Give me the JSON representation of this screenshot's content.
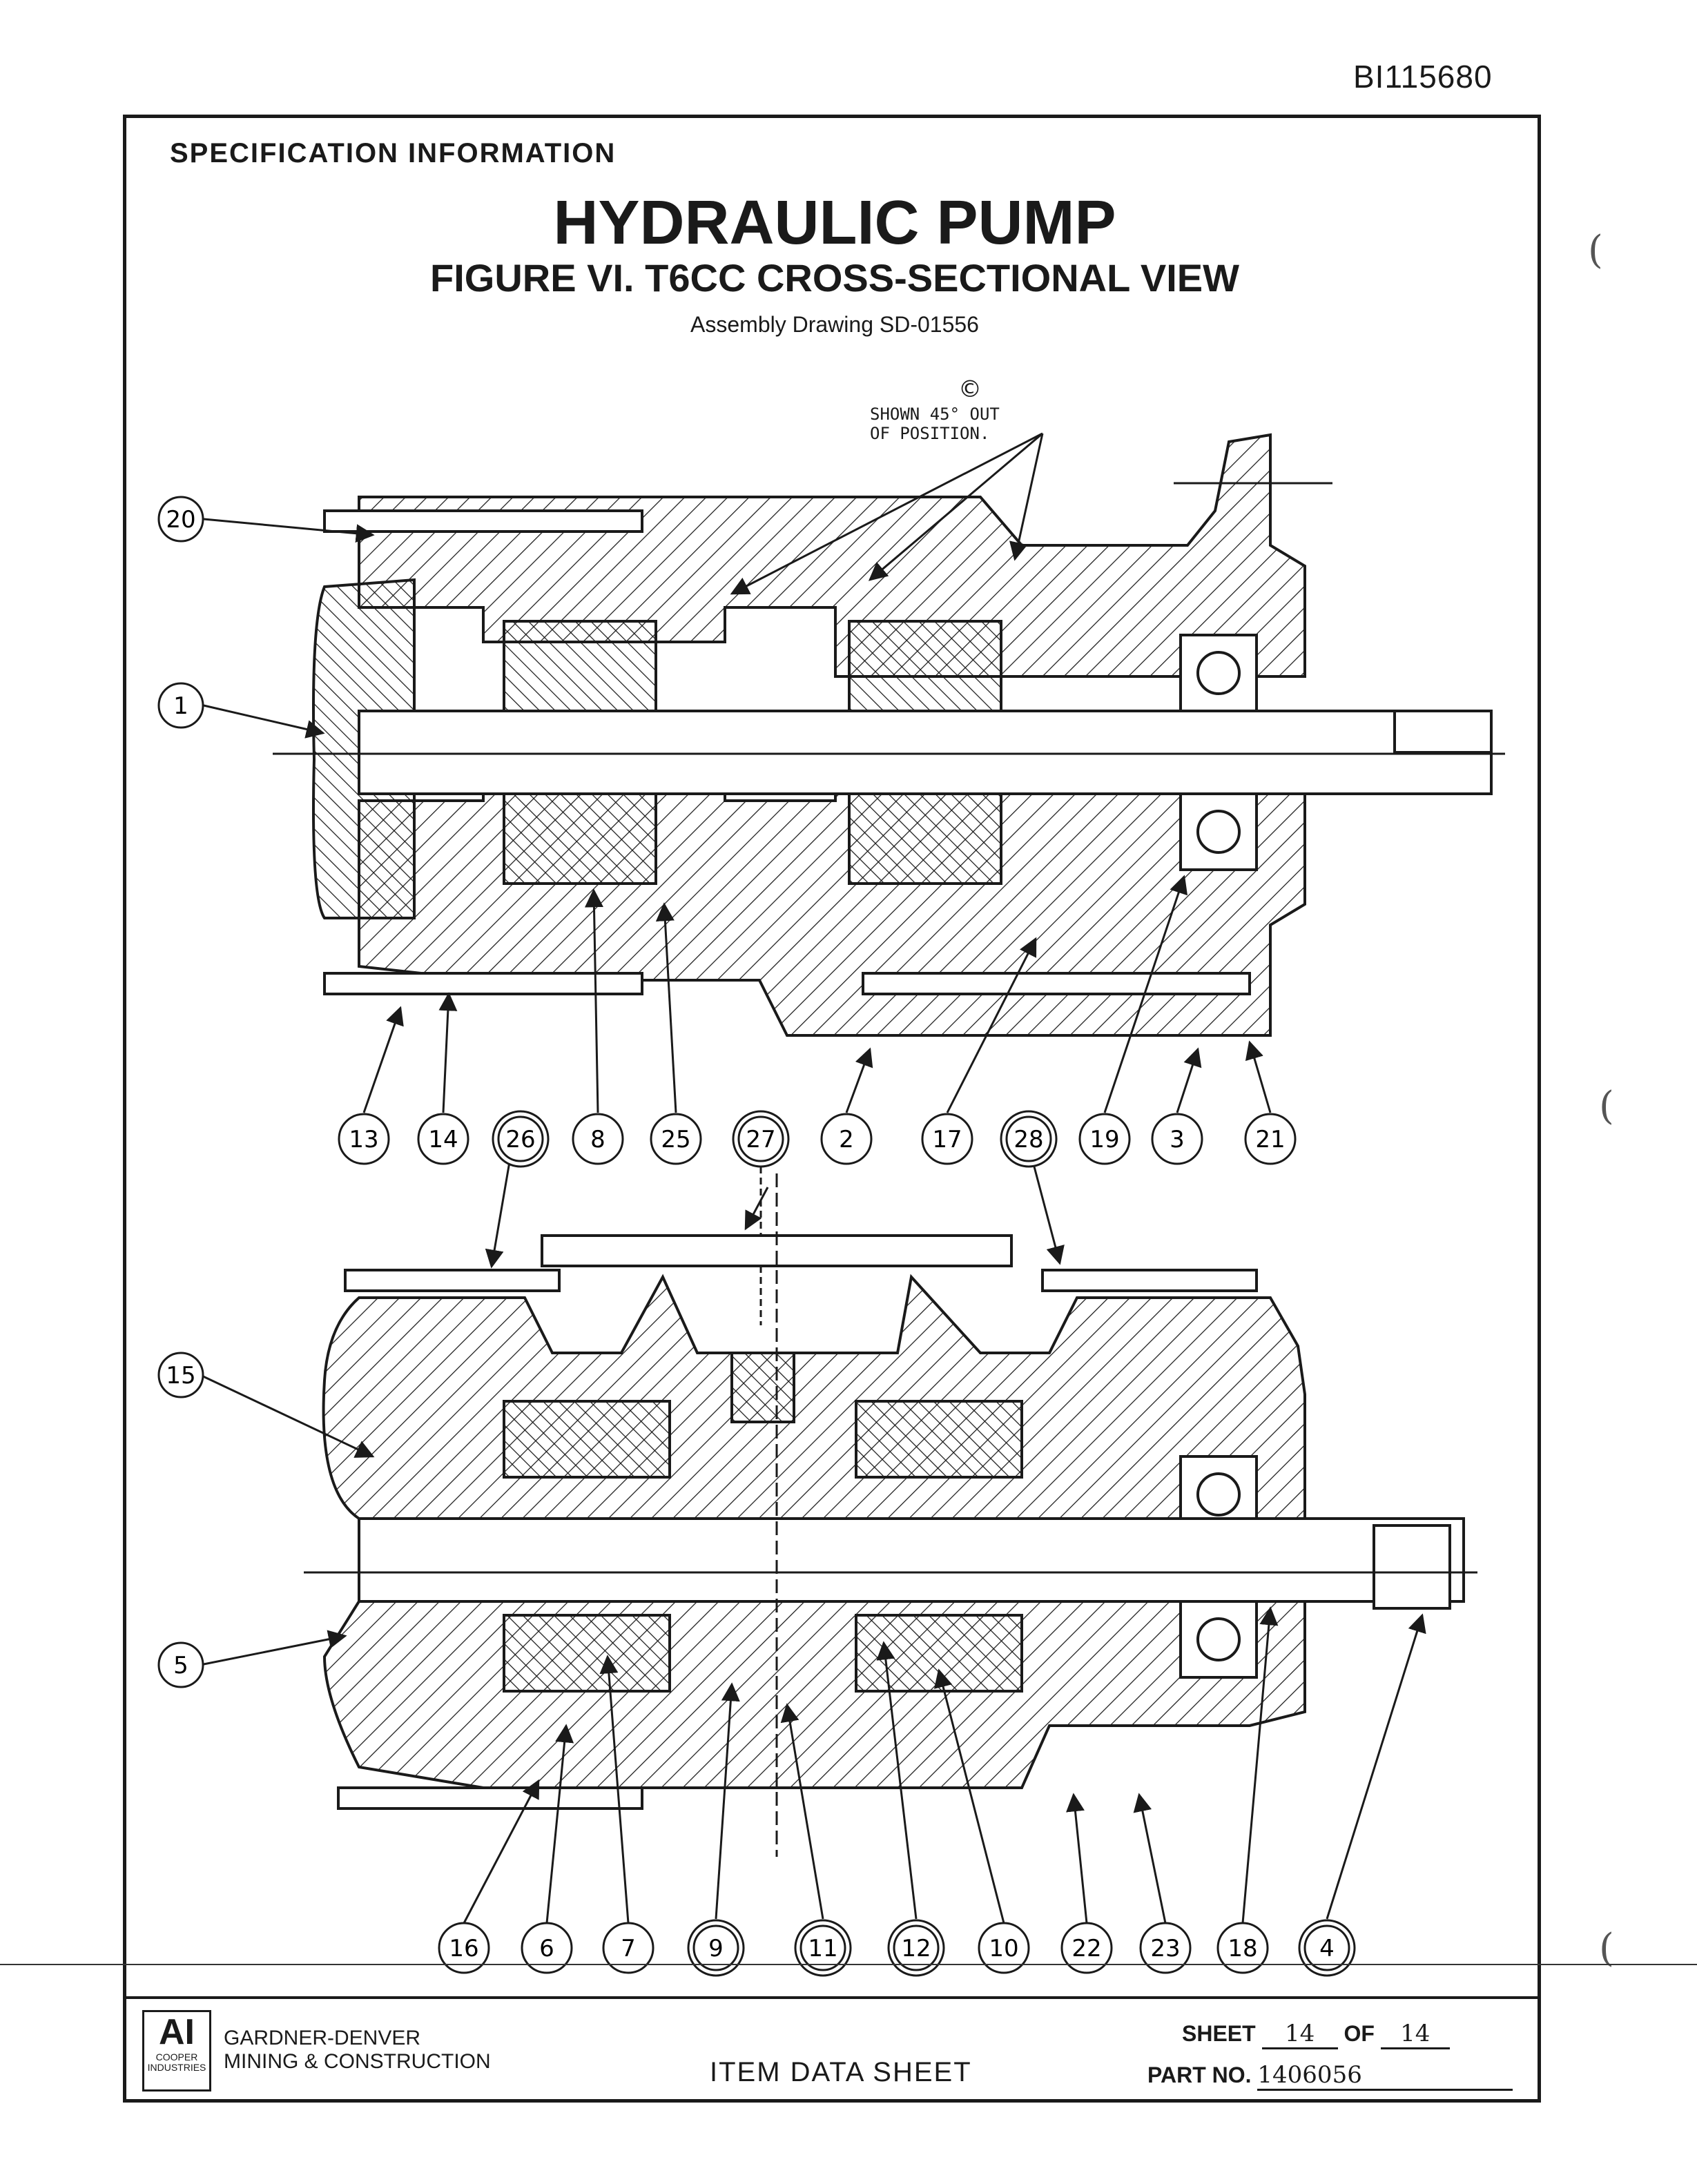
{
  "doc_id": "BI115680",
  "spec_header": "SPECIFICATION INFORMATION",
  "title": "HYDRAULIC PUMP",
  "subtitle": "FIGURE VI. T6CC CROSS-SECTIONAL VIEW",
  "drawing_ref": "Assembly Drawing SD-01556",
  "note_symbol": "©",
  "note_text_1": "SHOWN 45° OUT",
  "note_text_2": "OF POSITION.",
  "callouts_top_left": [
    "20",
    "1"
  ],
  "callouts_top_bottom": [
    "13",
    "14",
    "26",
    "8",
    "25",
    "27",
    "2",
    "17",
    "28",
    "19",
    "3",
    "21"
  ],
  "callouts_bottom_left": [
    "15",
    "5"
  ],
  "callouts_bottom_bottom": [
    "16",
    "6",
    "7",
    "9",
    "11",
    "12",
    "10",
    "22",
    "23",
    "18",
    "4"
  ],
  "footer": {
    "logo_mark": "AI",
    "logo_text_1": "COOPER",
    "logo_text_2": "INDUSTRIES",
    "company_1": "GARDNER-DENVER",
    "company_2": "MINING & CONSTRUCTION",
    "sheet_type": "ITEM DATA SHEET",
    "sheet_label": "SHEET",
    "sheet_num": "14",
    "of_label": "OF",
    "sheet_total": "14",
    "part_label": "PART NO.",
    "part_num": "1406056"
  }
}
